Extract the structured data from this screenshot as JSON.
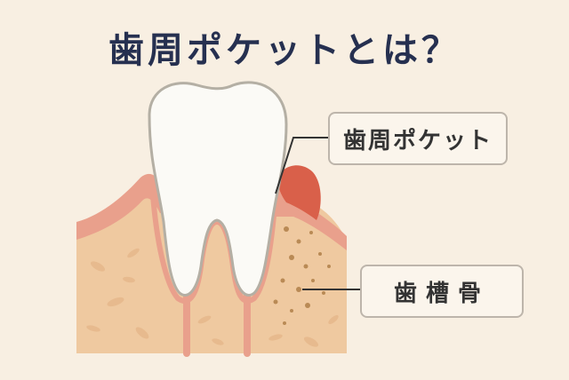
{
  "title": "歯周ポケットとは？",
  "labels": {
    "pocket": "歯周ポケット",
    "bone": "歯槽骨"
  },
  "colors": {
    "background": "#f8efe2",
    "title_text": "#263050",
    "bone_fill": "#efc9a0",
    "gum_fill": "#e9a08c",
    "inflamed_gum": "#d9604a",
    "tooth_fill": "#fbfaf6",
    "tooth_outline": "#b4afa4",
    "leader_line": "#333333"
  },
  "icons": {
    "tooth": "tooth-illustration"
  }
}
